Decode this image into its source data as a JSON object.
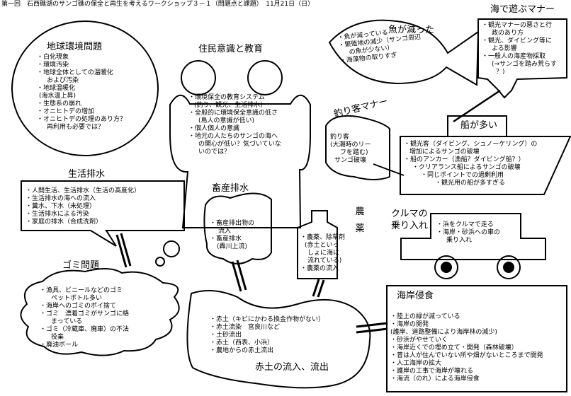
{
  "header": {
    "title": "第一回　石西礁湖のサンゴ礁の保全と再生を考えるワークショップ３－１（問題点と課題）　11月21日（日）"
  },
  "global_env": {
    "title": "地球環境問題",
    "items": [
      "白化現象",
      "環境汚染",
      "地球全体としての温暖化",
      "および汚染",
      "地球温暖化",
      "(海水温上昇)",
      "生態系の崩れ",
      "オニヒトデの増加",
      "オニヒトデの処理のあり方？",
      "再利用も必要では？"
    ]
  },
  "awareness": {
    "title": "住民意識と教育",
    "items": [
      "環境保全の教育システム",
      "(釣り、観光、生活排水)",
      "全般的に環境保全意識の低さ",
      "(島人の意識が低い)",
      "個人個人の意識",
      "地元の人たちのサンゴの海へ",
      "の関心が低い？気づいていな",
      "いのでは？"
    ]
  },
  "fish": {
    "title": "魚が減った",
    "items": [
      "魚が減っている",
      "繁殖地の減少（サンゴ周辺",
      "の魚が少ない）",
      "海藻物の取りすぎ"
    ]
  },
  "marine_play": {
    "title": "海で遊ぶマナー",
    "items": [
      "観光マナーの悪さと行",
      "政のあり方",
      "観光、ダイビング等に",
      "よる影響",
      "一般人の海産物採取",
      "(→サンゴを踏み荒らす",
      "？)"
    ]
  },
  "fishing": {
    "title": "釣り客マナー",
    "items": [
      "釣り客",
      "(大潮時のリー",
      "フを踏む)",
      "サンゴ破壊"
    ]
  },
  "boats": {
    "title": "船が多い",
    "items": [
      "観光客（ダイビング、シュノーケリング）の",
      "増加によるサンゴの破壊",
      "船のアンカー（漁船？ダイビング船？）",
      "クリアランス船によるサンゴの破壊",
      "同じポイントでの過剰利用",
      "観光用の船が多すぎる"
    ]
  },
  "household": {
    "title": "生活排水",
    "items": [
      "人間生活、生活排水（生活の高度化）",
      "生活排水の海への流入",
      "糞水、下水（未処理）",
      "生活排水による汚染",
      "家庭の排水（合成洗剤）"
    ]
  },
  "livestock": {
    "title": "畜産排水",
    "items": [
      "畜産排出物の",
      "流入",
      "畜産排水",
      "(轟川上流)"
    ]
  },
  "agri": {
    "title": "農薬",
    "items": [
      "農薬、除草剤",
      "(赤土といっ",
      "しょに海に",
      "流れている)",
      "農薬の流入"
    ]
  },
  "cars": {
    "title": "クルマの乗り入れ",
    "title_line1": "クルマの",
    "title_line2": "乗り入れ",
    "items": [
      "浜をクルマで走る",
      "海岸・砂浜への車の",
      "乗り入れ"
    ]
  },
  "garbage": {
    "title": "ゴミ問題",
    "items": [
      "漁具、ビニールなどのゴミ",
      "ペットボトル多い",
      "海岸へのゴミのポイ捨て",
      "ゴミ　漂着ゴミがサンゴに絡",
      "まっている",
      "ゴミ（冷蔵庫、廃車）の不法",
      "投棄",
      "廃油ボール"
    ]
  },
  "red_soil": {
    "title": "赤土の流入、流出",
    "items": [
      "赤土（キビにかわる換金作物がない）",
      "赤土流染　宮良川など",
      "土砂流出",
      "赤土（西表、小浜）",
      "農地からの赤土流出"
    ]
  },
  "erosion": {
    "title": "海岸侵食",
    "items": [
      "陸上の緑が減っている",
      "海岸の開発",
      "(護岸、道路整備により海岸林の減少)",
      "砂浜がやせていく",
      "海岸近くでの埋め立て・開発（森林破壊）",
      "昔は人が住んでいない所や畑がないところまで開発",
      "人工海岸の拡大",
      "護岸の工事で海岸が壊れる",
      "海流（のれ）による海岸侵食"
    ]
  }
}
